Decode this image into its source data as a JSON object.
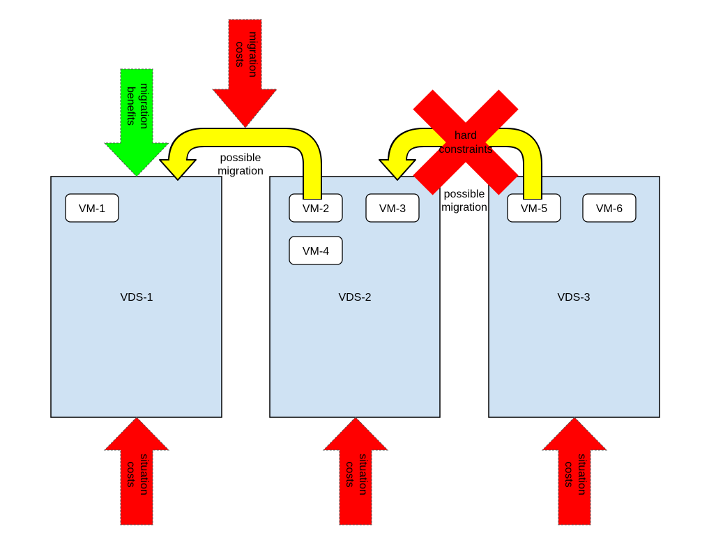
{
  "servers": [
    {
      "label": "VDS-1",
      "vms": [
        "VM-1"
      ]
    },
    {
      "label": "VDS-2",
      "vms": [
        "VM-2",
        "VM-3",
        "VM-4"
      ]
    },
    {
      "label": "VDS-3",
      "vms": [
        "VM-5",
        "VM-6"
      ]
    }
  ],
  "arrows": {
    "migration_benefits": [
      "migration",
      "benefits"
    ],
    "migration_costs": [
      "migration",
      "costs"
    ],
    "situation_costs": [
      "situation",
      "costs"
    ],
    "possible_migration": [
      "possible",
      "migration"
    ],
    "hard_constraints": [
      "hard",
      "constraints"
    ]
  },
  "colors": {
    "server_fill": "#cfe2f3",
    "benefit": "#00ff00",
    "cost": "#ff0000",
    "migration": "#ffff00",
    "constraint": "#ff0000"
  }
}
